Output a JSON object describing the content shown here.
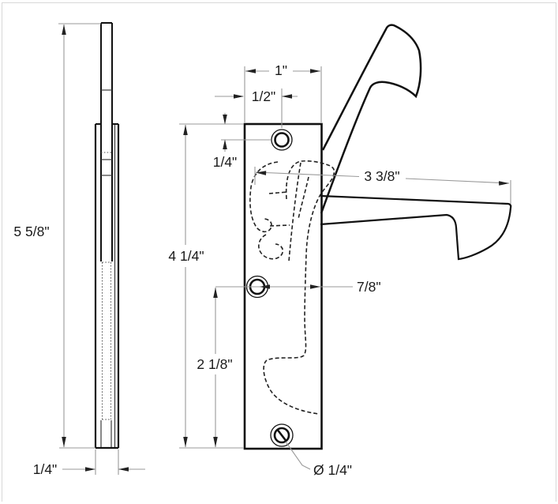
{
  "drawing": {
    "kind": "technical-drawing",
    "views": [
      "side-profile-view",
      "front-face-view-with-lever-positions"
    ]
  },
  "dimensions": {
    "overall_height": "5 5/8\"",
    "profile_thickness": "1/4\"",
    "faceplate_width": "1\"",
    "screw_center_from_edge": "1/2\"",
    "screw_center_from_top": "1/4\"",
    "faceplate_height": "4 1/4\"",
    "middle_hole_to_bottom": "2 1/8\"",
    "lever_reach": "3 3/8\"",
    "pivot_to_edge": "7/8\"",
    "screw_hole_diameter": "Ø 1/4\""
  },
  "colors": {
    "background": "#ffffff",
    "part_outline": "#111111",
    "dimension_line": "#999999",
    "arrowhead": "#222222",
    "label_text": "#1a1a1a",
    "image_border": "#d8d8d8"
  }
}
